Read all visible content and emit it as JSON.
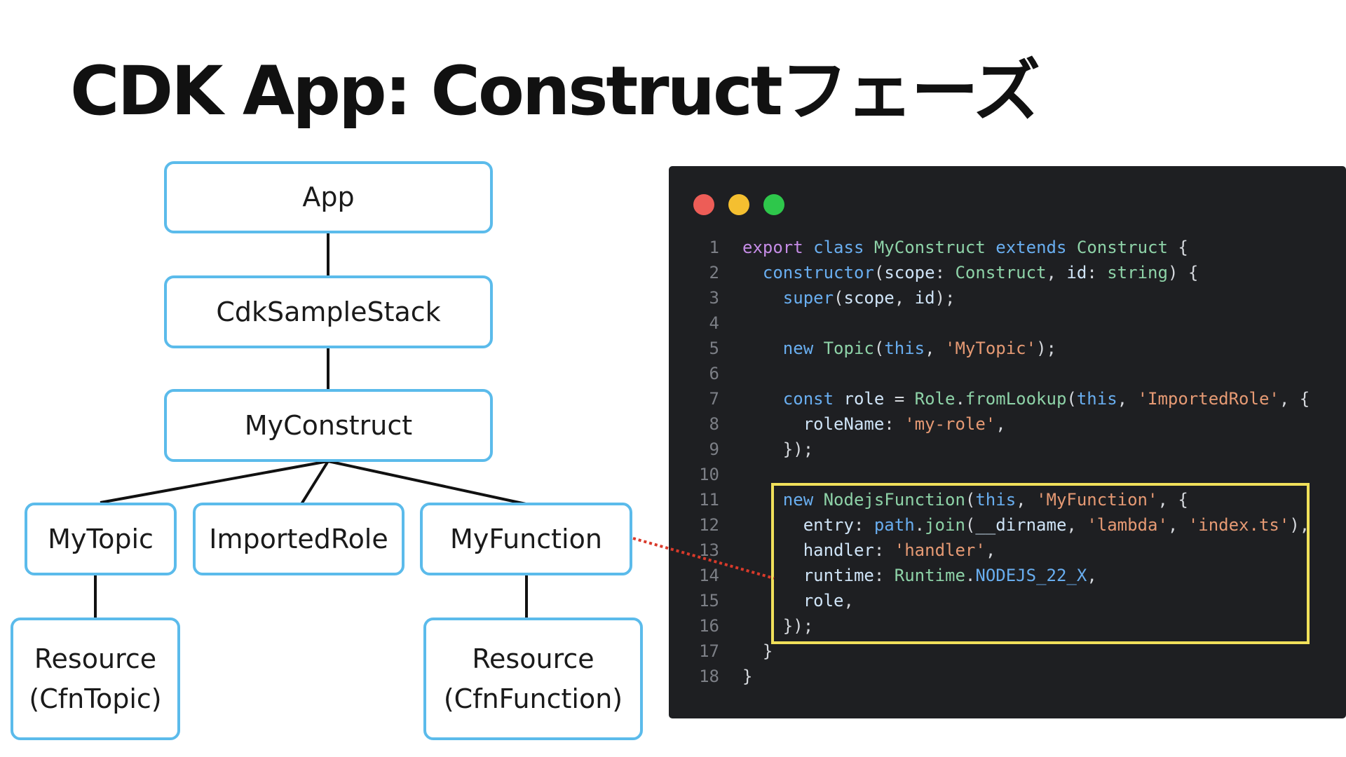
{
  "title": "CDK App: Constructフェーズ",
  "tree": {
    "app": "App",
    "stack": "CdkSampleStack",
    "construct": "MyConstruct",
    "topic": "MyTopic",
    "role": "ImportedRole",
    "function": "MyFunction",
    "topic_resource": [
      "Resource",
      "(CfnTopic)"
    ],
    "function_resource": [
      "Resource",
      "(CfnFunction)"
    ]
  },
  "colors": {
    "node_border": "#5bbbeb",
    "code_bg": "#1e1f22",
    "highlight": "#f0e05a",
    "pointer": "#d93a2b"
  },
  "code": {
    "line_numbers": [
      "1",
      "2",
      "3",
      "4",
      "5",
      "6",
      "7",
      "8",
      "9",
      "10",
      "11",
      "12",
      "13",
      "14",
      "15",
      "16",
      "17",
      "18"
    ],
    "lines": [
      [
        [
          "kw",
          "export"
        ],
        [
          "pn",
          " "
        ],
        [
          "bl",
          "class"
        ],
        [
          "pn",
          " "
        ],
        [
          "cl",
          "MyConstruct"
        ],
        [
          "pn",
          " "
        ],
        [
          "bl",
          "extends"
        ],
        [
          "pn",
          " "
        ],
        [
          "cl",
          "Construct"
        ],
        [
          "pn",
          " {"
        ]
      ],
      [
        [
          "pn",
          "  "
        ],
        [
          "bl",
          "constructor"
        ],
        [
          "pn",
          "("
        ],
        [
          "pr",
          "scope"
        ],
        [
          "pn",
          ": "
        ],
        [
          "cl",
          "Construct"
        ],
        [
          "pn",
          ", "
        ],
        [
          "pr",
          "id"
        ],
        [
          "pn",
          ": "
        ],
        [
          "cl",
          "string"
        ],
        [
          "pn",
          ") {"
        ]
      ],
      [
        [
          "pn",
          "    "
        ],
        [
          "bl",
          "super"
        ],
        [
          "pn",
          "("
        ],
        [
          "pr",
          "scope"
        ],
        [
          "pn",
          ", "
        ],
        [
          "pr",
          "id"
        ],
        [
          "pn",
          ");"
        ]
      ],
      [
        [
          "pn",
          ""
        ]
      ],
      [
        [
          "pn",
          "    "
        ],
        [
          "bl",
          "new"
        ],
        [
          "pn",
          " "
        ],
        [
          "cl",
          "Topic"
        ],
        [
          "pn",
          "("
        ],
        [
          "bl",
          "this"
        ],
        [
          "pn",
          ", "
        ],
        [
          "st",
          "'MyTopic'"
        ],
        [
          "pn",
          ");"
        ]
      ],
      [
        [
          "pn",
          ""
        ]
      ],
      [
        [
          "pn",
          "    "
        ],
        [
          "bl",
          "const"
        ],
        [
          "pn",
          " "
        ],
        [
          "pr",
          "role"
        ],
        [
          "pn",
          " = "
        ],
        [
          "cl",
          "Role"
        ],
        [
          "pn",
          "."
        ],
        [
          "cl",
          "fromLookup"
        ],
        [
          "pn",
          "("
        ],
        [
          "bl",
          "this"
        ],
        [
          "pn",
          ", "
        ],
        [
          "st",
          "'ImportedRole'"
        ],
        [
          "pn",
          ", {"
        ]
      ],
      [
        [
          "pn",
          "      "
        ],
        [
          "pr",
          "roleName"
        ],
        [
          "pn",
          ": "
        ],
        [
          "st",
          "'my-role'"
        ],
        [
          "pn",
          ","
        ]
      ],
      [
        [
          "pn",
          "    });"
        ]
      ],
      [
        [
          "pn",
          ""
        ]
      ],
      [
        [
          "pn",
          "    "
        ],
        [
          "bl",
          "new"
        ],
        [
          "pn",
          " "
        ],
        [
          "cl",
          "NodejsFunction"
        ],
        [
          "pn",
          "("
        ],
        [
          "bl",
          "this"
        ],
        [
          "pn",
          ", "
        ],
        [
          "st",
          "'MyFunction'"
        ],
        [
          "pn",
          ", {"
        ]
      ],
      [
        [
          "pn",
          "      "
        ],
        [
          "pr",
          "entry"
        ],
        [
          "pn",
          ": "
        ],
        [
          "bl",
          "path"
        ],
        [
          "pn",
          "."
        ],
        [
          "cl",
          "join"
        ],
        [
          "pn",
          "("
        ],
        [
          "pr",
          "__dirname"
        ],
        [
          "pn",
          ", "
        ],
        [
          "st",
          "'lambda'"
        ],
        [
          "pn",
          ", "
        ],
        [
          "st",
          "'index.ts'"
        ],
        [
          "pn",
          "),"
        ]
      ],
      [
        [
          "pn",
          "      "
        ],
        [
          "pr",
          "handler"
        ],
        [
          "pn",
          ": "
        ],
        [
          "st",
          "'handler'"
        ],
        [
          "pn",
          ","
        ]
      ],
      [
        [
          "pn",
          "      "
        ],
        [
          "pr",
          "runtime"
        ],
        [
          "pn",
          ": "
        ],
        [
          "cl",
          "Runtime"
        ],
        [
          "pn",
          "."
        ],
        [
          "bl",
          "NODEJS_22_X"
        ],
        [
          "pn",
          ","
        ]
      ],
      [
        [
          "pn",
          "      "
        ],
        [
          "pr",
          "role"
        ],
        [
          "pn",
          ","
        ]
      ],
      [
        [
          "pn",
          "    });"
        ]
      ],
      [
        [
          "pn",
          "  }"
        ]
      ],
      [
        [
          "pn",
          "}"
        ]
      ]
    ]
  }
}
